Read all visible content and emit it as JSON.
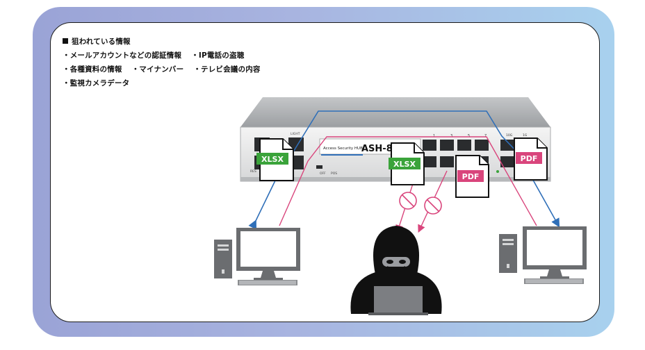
{
  "info": {
    "heading": "狙われている情報",
    "row1": [
      "・メールアカウントなどの認証情報",
      "・IP電話の盗聴"
    ],
    "row2": [
      "・各種資料の情報",
      "・マイナンバー",
      "・テレビ会議の内容"
    ],
    "row3": [
      "・監視カメラデータ"
    ]
  },
  "switch": {
    "brand": "Access Security HUB",
    "model": "ASH-8",
    "light_label": "LIGHT",
    "off_label": "OFF",
    "pos_label": "POS",
    "res_label": "RES",
    "port_numbers": [
      "1",
      "3",
      "5",
      "7"
    ],
    "right_labels": [
      "10G",
      "1G"
    ]
  },
  "files": [
    {
      "label": "XLSX",
      "color": "#3aa33a"
    },
    {
      "label": "XLSX",
      "color": "#3aa33a"
    },
    {
      "label": "PDF",
      "color": "#d9457c"
    },
    {
      "label": "PDF",
      "color": "#d9457c"
    }
  ],
  "colors": {
    "legit_flow": "#2f6fb8",
    "attack_flow": "#d9457c",
    "frame_left": "#9aa3d6",
    "frame_right": "#a8d1ee"
  }
}
